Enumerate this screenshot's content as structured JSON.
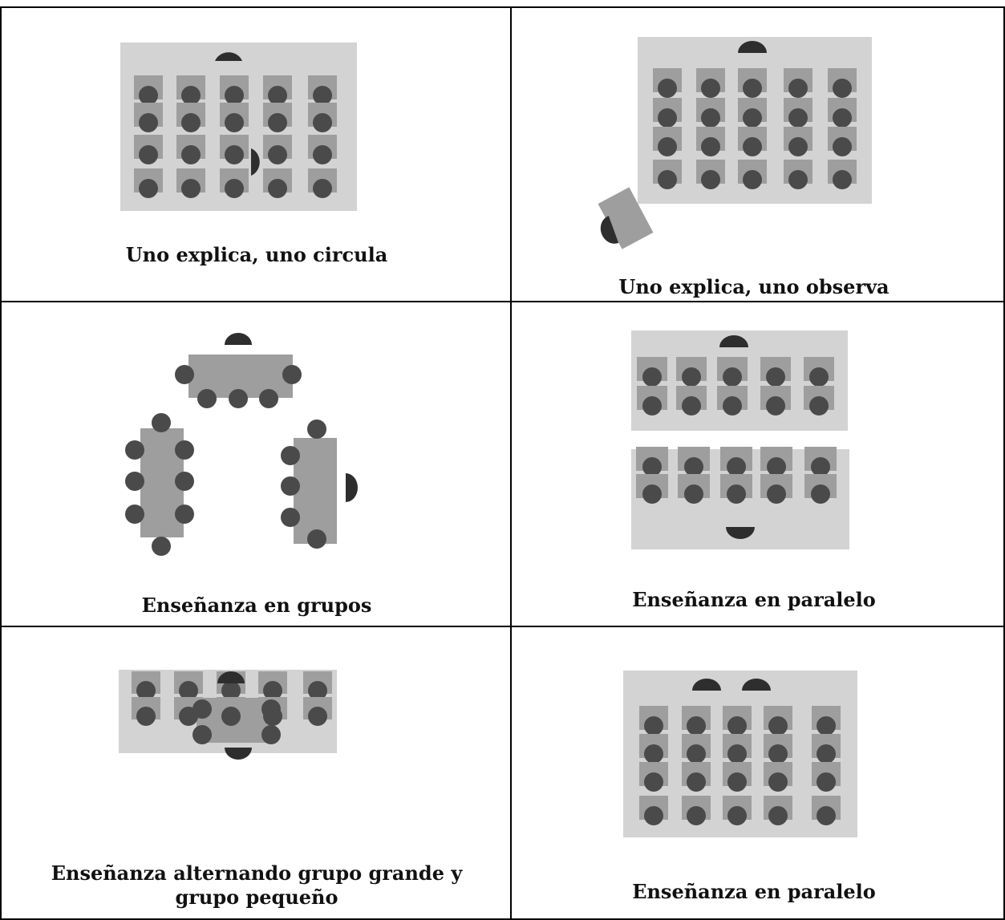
{
  "cells": [
    {
      "label": "Uno explica, uno circula"
    },
    {
      "label": "Uno explica, uno observa"
    },
    {
      "label": "Enseñanza en grupos"
    },
    {
      "label": "Enseñanza en paralelo"
    },
    {
      "label": "Enseñanza alternando grupo grande y grupo pequeño"
    },
    {
      "label": "Enseñanza en paralelo"
    }
  ],
  "colors": {
    "room_floor": "#d3d3d3",
    "desk": "#9e9e9e",
    "student": "#4a4a4a",
    "teacher": "#2e2e2e",
    "border": "#000000"
  }
}
